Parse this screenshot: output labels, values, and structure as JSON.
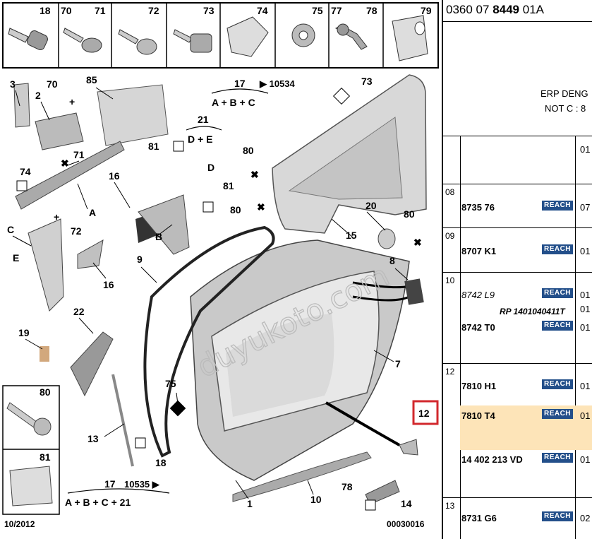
{
  "diagram": {
    "top_strip_numbers": [
      "18",
      "70",
      "71",
      "72",
      "73",
      "74",
      "75",
      "77",
      "78",
      "79"
    ],
    "callouts": {
      "n3": "3",
      "n2": "2",
      "n70": "70",
      "n85": "85",
      "n17a": "17",
      "n10534": "▶ 10534",
      "abc": "A + B + C",
      "n73": "73",
      "n71": "71",
      "n21": "21",
      "de": "D + E",
      "n74": "74",
      "n81a": "81",
      "nD": "D",
      "n81b": "81",
      "n80a": "80",
      "n80b": "80",
      "n20": "20",
      "n80c": "80",
      "n15": "15",
      "nA": "A",
      "n16a": "16",
      "nB": "B",
      "nC": "C",
      "n72": "72",
      "n9": "9",
      "n8": "8",
      "nE": "E",
      "n16b": "16",
      "n22": "22",
      "n19": "19",
      "n7": "7",
      "n75": "75",
      "n12": "12",
      "n13": "13",
      "n18": "18",
      "n17b": "17",
      "n10535": "10535 ▶",
      "abc21": "A + B + C + 21",
      "n1": "1",
      "n10": "10",
      "n78": "78",
      "n14": "14",
      "n80d": "80",
      "n81d": "81",
      "date": "10/2012",
      "code": "00030016"
    },
    "watermark": "duyukoto.com"
  },
  "panel": {
    "header_prefix": "0360 07 ",
    "header_bold": "8449",
    "header_suffix": " 01A",
    "erp_line1": "ERP DENG",
    "erp_line2": "NOT C : 8",
    "col_first_qty": "01",
    "groups": [
      {
        "num": "08",
        "rows": [
          {
            "ref": "8735 76",
            "badge": "REACH",
            "qty": "07"
          }
        ]
      },
      {
        "num": "09",
        "rows": [
          {
            "ref": "8707 K1",
            "badge": "REACH",
            "qty": "01"
          }
        ]
      },
      {
        "num": "10",
        "rows": [
          {
            "ref": "8742 L9",
            "badge": "REACH",
            "qty": "01"
          },
          {
            "rp": "RP 1401040411T",
            "qty": "01"
          },
          {
            "ref": "8742 T0",
            "badge": "REACH",
            "qty": "01"
          }
        ]
      },
      {
        "num": "12",
        "rows": [
          {
            "ref": "7810 H1",
            "badge": "REACH",
            "qty": "01"
          },
          {
            "ref": "7810 T4",
            "badge": "REACH",
            "qty": "01"
          },
          {
            "ref": "14 402 213 VD",
            "badge": "REACH",
            "qty": "01"
          }
        ]
      },
      {
        "num": "13",
        "rows": [
          {
            "ref": "8731 G6",
            "badge": "REACH",
            "qty": "02"
          }
        ]
      }
    ]
  }
}
